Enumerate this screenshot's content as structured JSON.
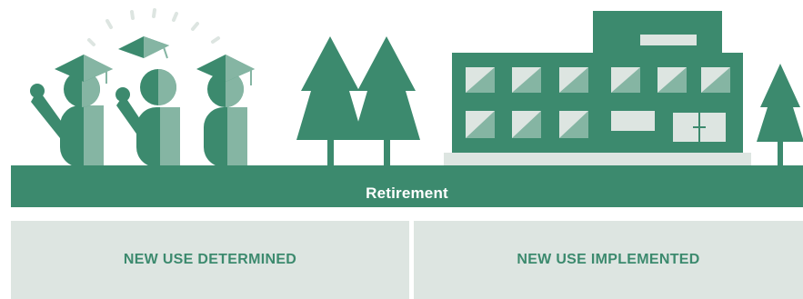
{
  "colors": {
    "primary": "#3c8a6e",
    "primary_light": "#85b5a3",
    "pale": "#dde5e1",
    "window_fill": "#dde5e1"
  },
  "icons": {
    "graduates": [
      "graduate-waving-icon",
      "graduate-throwing-cap-icon",
      "graduate-standing-icon"
    ],
    "trees": [
      "pine-tree-icon",
      "pine-tree-icon",
      "pine-tree-icon"
    ],
    "building": "school-building-icon"
  },
  "band": {
    "label": "Retirement"
  },
  "stages": [
    {
      "label": "NEW USE DETERMINED"
    },
    {
      "label": "NEW USE IMPLEMENTED"
    }
  ]
}
